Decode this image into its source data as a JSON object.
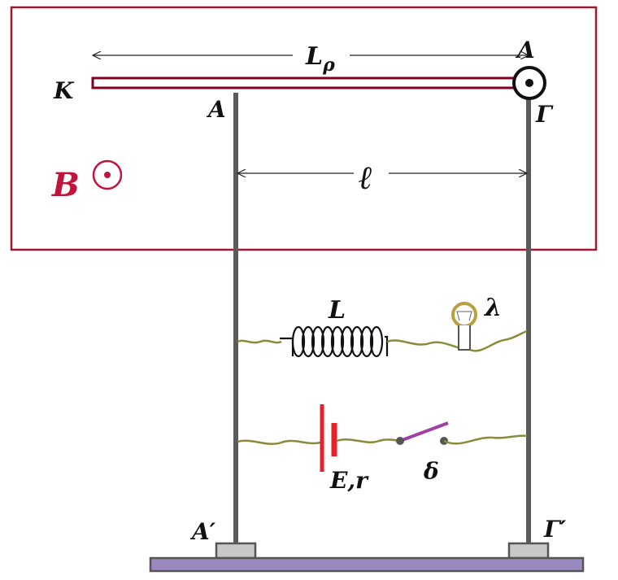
{
  "labels": {
    "rod_length": "L",
    "rod_length_sub": "ρ",
    "rod_left_end": "K",
    "rod_right_end": "Λ",
    "rail_left_top": "A",
    "rail_right_top": "Γ",
    "rail_separation": "ℓ",
    "field": "B",
    "inductor": "L",
    "lamp": "λ",
    "battery": "E,r",
    "switch": "δ",
    "rail_left_bottom": "A′",
    "rail_right_bottom": "Γ′"
  },
  "colors": {
    "field_box": "#a01830",
    "field_label": "#c0143c",
    "rod": "#800020",
    "rail": "#5a5a5a",
    "wire": "#8a8a3a",
    "battery": "#e8202a",
    "switch": "#a040a0",
    "base": "#9a88c0",
    "support": "#c8c8c8",
    "lamp": "#b8a040"
  },
  "icons": {
    "field_symbol": "out-of-page-dot-icon",
    "pivot": "pivot-dot-icon"
  }
}
